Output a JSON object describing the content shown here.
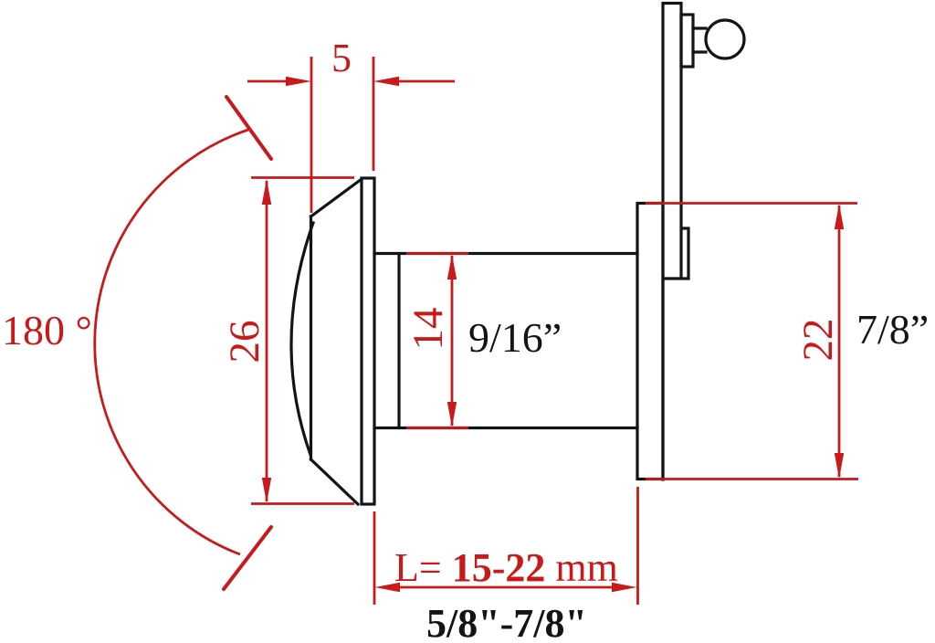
{
  "figure": {
    "type": "technical-drawing",
    "subject": "door viewer peephole side-view dimension diagram",
    "colors": {
      "outline": "#141414",
      "dimension_red": "#c81a1a",
      "background": "#ffffff"
    },
    "dimensions": {
      "viewing_angle": {
        "label": "180 °"
      },
      "flange_depth_mm": {
        "label": "5"
      },
      "lens_housing_od_mm": {
        "label": "26"
      },
      "barrel_od_mm": {
        "label": "14"
      },
      "barrel_od_in": {
        "label": "9/16”"
      },
      "sleeve_od_mm": {
        "label": "22"
      },
      "sleeve_od_in": {
        "label": "7/8”"
      },
      "door_thickness": {
        "prefix": "L= ",
        "value": "15-22",
        "unit": " mm",
        "inches": "5/8\"-7/8\""
      }
    }
  }
}
